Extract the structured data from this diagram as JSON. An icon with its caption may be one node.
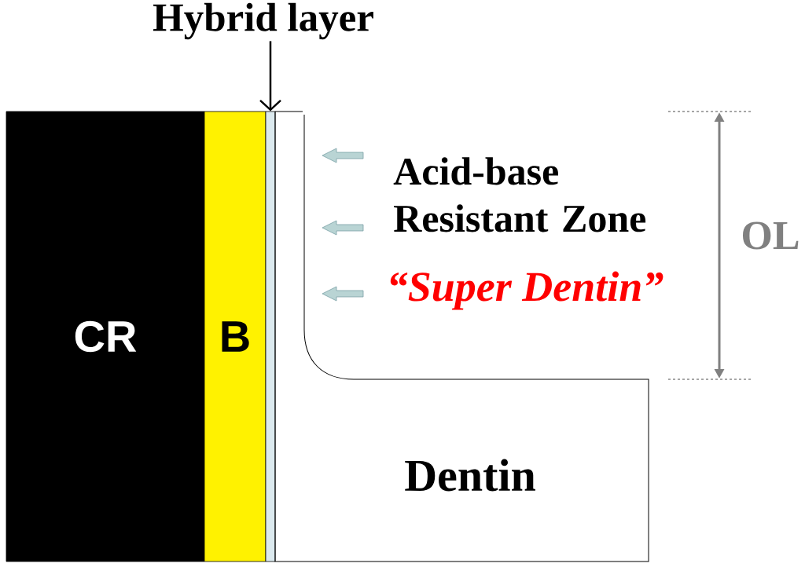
{
  "diagram": {
    "nodes": [
      {
        "text": [
          "CR"
        ]
      },
      {
        "text": [
          "B"
        ]
      },
      {
        "text": [],
        "shape": "bar"
      },
      {
        "text": [
          "Hybrid layer"
        ]
      },
      {
        "text": [
          "Dentin"
        ]
      }
    ],
    "edges": [
      {
        "from": 3,
        "to": 2,
        "arrow": "to"
      }
    ],
    "labels": [
      "Acid-base Resistant Zone",
      "“Super Dentin”",
      "OL"
    ]
  }
}
